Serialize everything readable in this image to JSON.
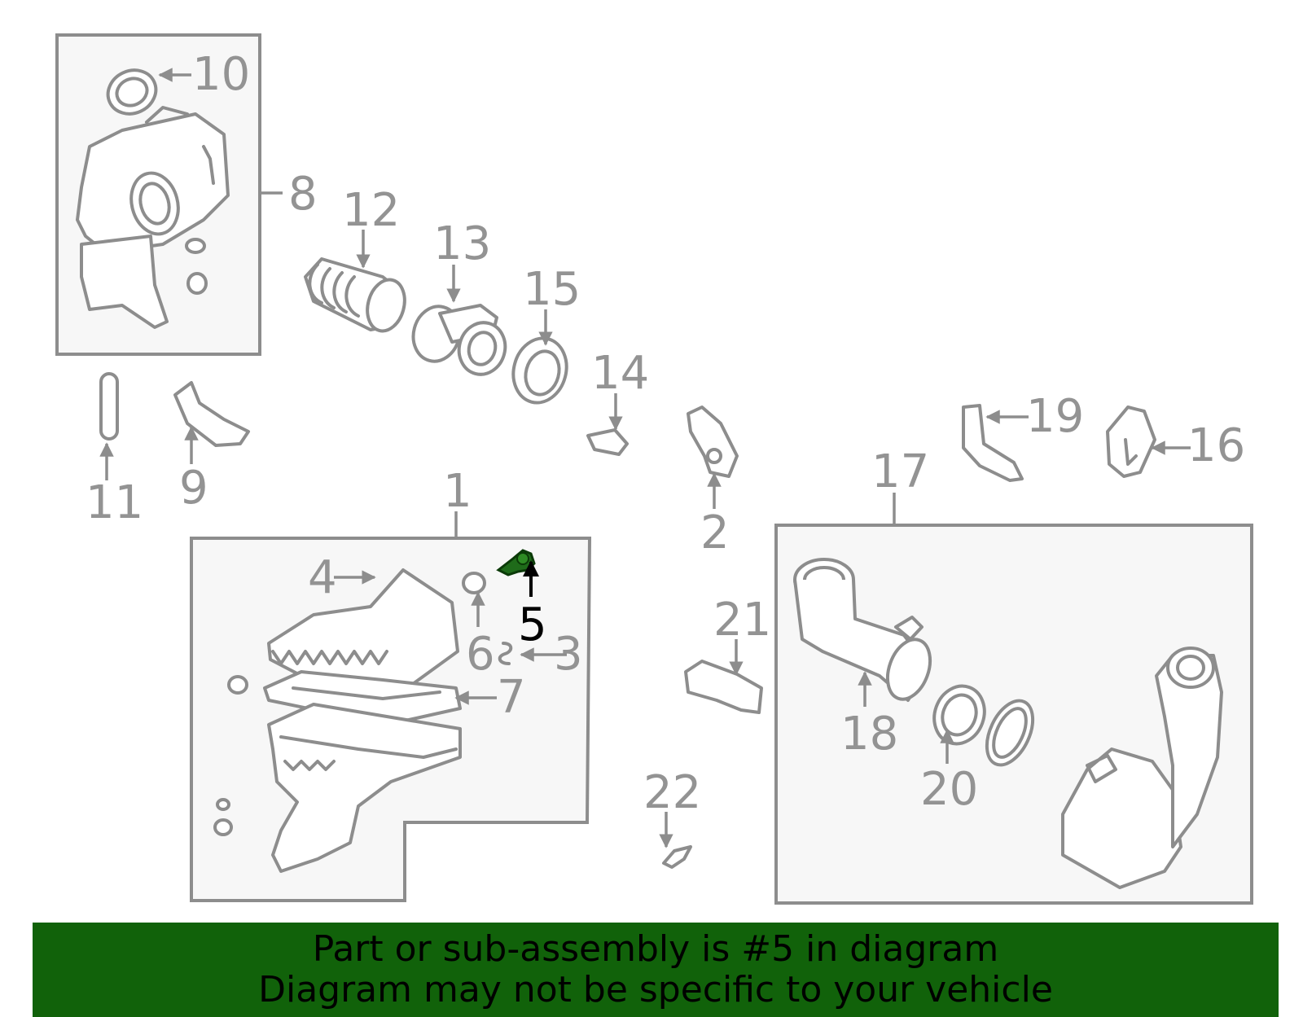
{
  "diagram": {
    "highlighted_part": "5",
    "highlight_color": "#1f6b1a",
    "callouts": [
      "1",
      "2",
      "3",
      "4",
      "5",
      "6",
      "7",
      "8",
      "9",
      "10",
      "11",
      "12",
      "13",
      "14",
      "15",
      "16",
      "17",
      "18",
      "19",
      "20",
      "21",
      "22"
    ]
  },
  "banner": {
    "line1": "Part or sub-assembly is #5 in diagram",
    "line2": "Diagram may not be specific to your vehicle",
    "background": "#11620a"
  }
}
